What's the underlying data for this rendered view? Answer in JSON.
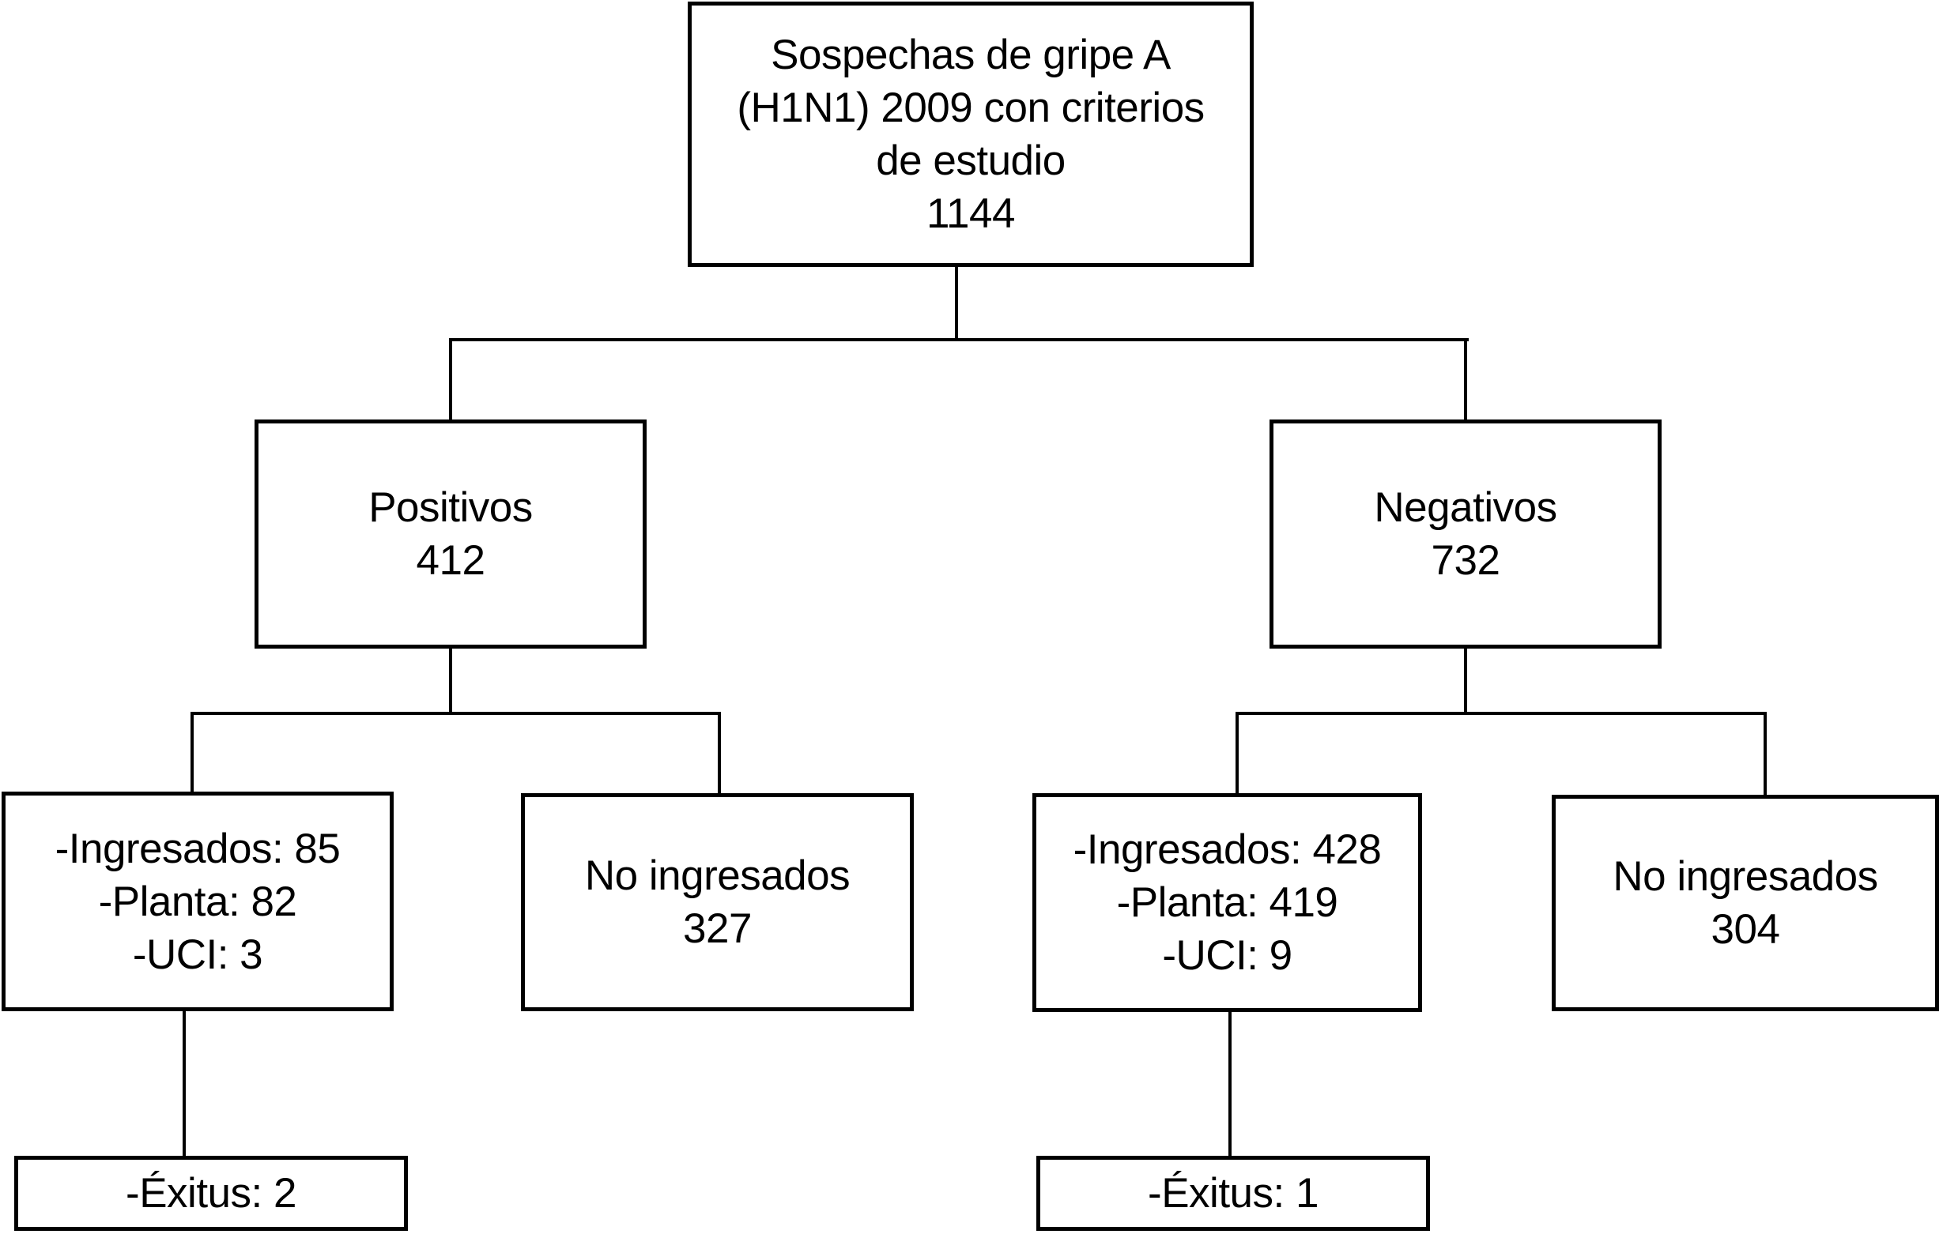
{
  "figure": {
    "background_color": "#ffffff",
    "line_color": "#000000",
    "text_color": "#000000",
    "nodes": {
      "root": {
        "lines": [
          "Sospechas de gripe A",
          "(H1N1) 2009 con criterios",
          "de estudio",
          "1144"
        ],
        "total": 1144
      },
      "positivos": {
        "lines": [
          "Positivos",
          "412"
        ],
        "total": 412
      },
      "negativos": {
        "lines": [
          "Negativos",
          "732"
        ],
        "total": 732
      },
      "positivos_ingresados": {
        "lines": [
          "-Ingresados: 85",
          "-Planta: 82",
          "-UCI: 3"
        ]
      },
      "positivos_no_ingresados": {
        "lines": [
          "No ingresados",
          "327"
        ],
        "total": 327
      },
      "negativos_ingresados": {
        "lines": [
          "-Ingresados: 428",
          "-Planta: 419",
          "-UCI: 9"
        ]
      },
      "negativos_no_ingresados": {
        "lines": [
          "No ingresados",
          "304"
        ],
        "total": 304
      },
      "positivos_exitus": {
        "lines": [
          "-Éxitus: 2"
        ]
      },
      "negativos_exitus": {
        "lines": [
          "-Éxitus: 1"
        ]
      }
    }
  }
}
